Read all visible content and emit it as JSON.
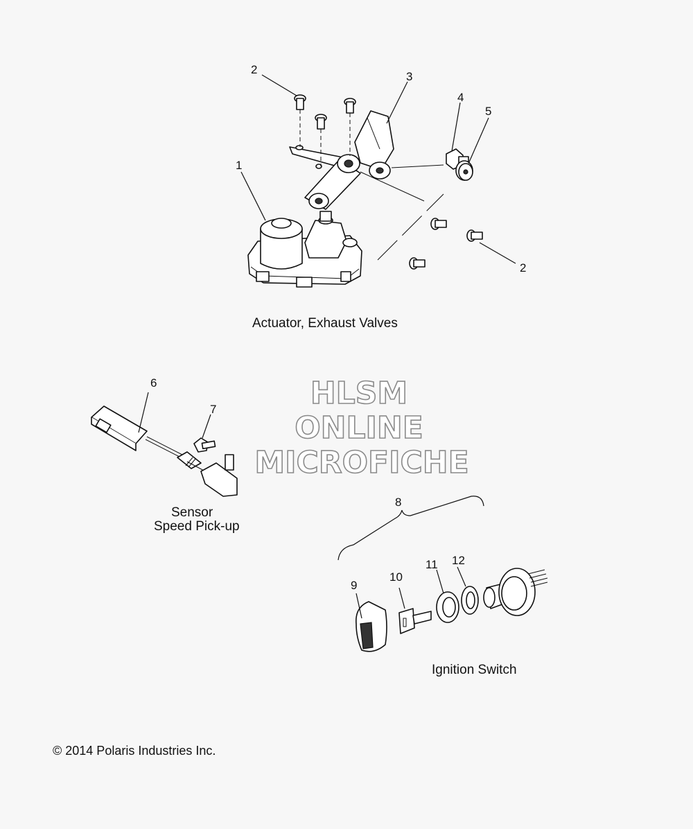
{
  "callouts": {
    "c1": "1",
    "c2a": "2",
    "c2b": "2",
    "c3": "3",
    "c4": "4",
    "c5": "5",
    "c6": "6",
    "c7": "7",
    "c8": "8",
    "c9": "9",
    "c10": "10",
    "c11": "11",
    "c12": "12"
  },
  "captions": {
    "actuator": "Actuator, Exhaust Valves",
    "sensor_line1": "Sensor",
    "sensor_line2": "Speed Pick-up",
    "ignition": "Ignition Switch"
  },
  "watermark": {
    "line1": "HLSM",
    "line2": "ONLINE",
    "line3": "MICROFICHE"
  },
  "copyright": "© 2014 Polaris Industries Inc."
}
